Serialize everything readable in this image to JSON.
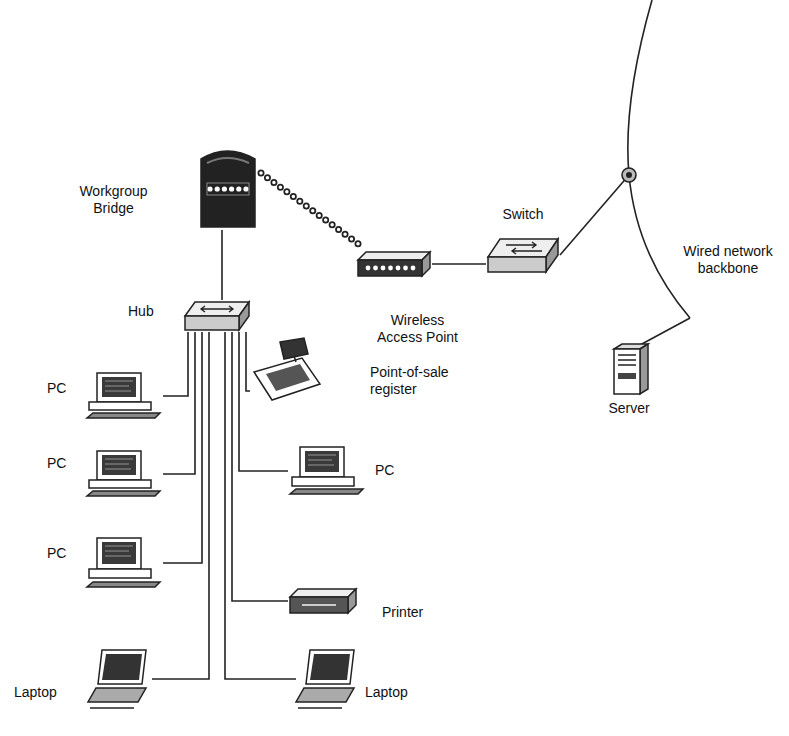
{
  "diagram": {
    "nodes": [
      {
        "text": [
          "Workgroup Bridge"
        ]
      },
      {
        "text": [
          "Switch"
        ]
      },
      {
        "text": [
          "Hub"
        ]
      },
      {
        "text": [
          "Wireless Access Point"
        ]
      },
      {
        "text": [
          "PC"
        ]
      },
      {
        "text": [
          "Point-of-sale register"
        ]
      },
      {
        "text": [
          "Server"
        ]
      },
      {
        "text": [
          "PC"
        ]
      },
      {
        "text": [
          "PC"
        ]
      },
      {
        "text": [
          "PC"
        ]
      },
      {
        "text": [
          "Printer"
        ]
      },
      {
        "text": [
          "Laptop"
        ]
      },
      {
        "text": [
          "Laptop"
        ]
      }
    ],
    "edges": [
      {
        "from": 0,
        "to": 2,
        "arrow": "none"
      },
      {
        "from": 0,
        "to": 3,
        "arrow": "none"
      },
      {
        "from": 3,
        "to": 1,
        "arrow": "none"
      },
      {
        "from": 2,
        "to": 4,
        "arrow": "none"
      },
      {
        "from": 2,
        "to": 7,
        "arrow": "none"
      },
      {
        "from": 2,
        "to": 9,
        "arrow": "none"
      },
      {
        "from": 2,
        "to": 11,
        "arrow": "none"
      },
      {
        "from": 2,
        "to": 5,
        "arrow": "none"
      },
      {
        "from": 2,
        "to": 8,
        "arrow": "none"
      },
      {
        "from": 2,
        "to": 10,
        "arrow": "none"
      },
      {
        "from": 2,
        "to": 12,
        "arrow": "none"
      }
    ],
    "labels": [
      "Wired network backbone"
    ]
  }
}
